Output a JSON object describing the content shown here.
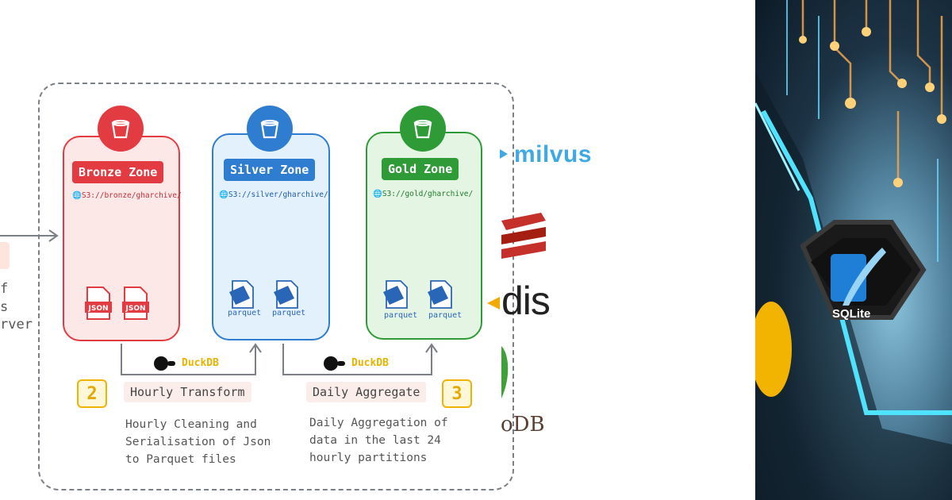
{
  "left_fragments": {
    "line1": "f",
    "line2": "s",
    "line3": "rver"
  },
  "zones": [
    {
      "label": "Bronze Zone",
      "path": "S3://bronze/gharchive/",
      "color": "#e23b42",
      "files": [
        "JSON",
        "JSON"
      ]
    },
    {
      "label": "Silver Zone",
      "path": "S3://silver/gharchive/",
      "color": "#2f7dd0",
      "files": [
        "parquet",
        "parquet"
      ]
    },
    {
      "label": "Gold Zone",
      "path": "S3://gold/gharchive/",
      "color": "#2e9b37",
      "files": [
        "parquet",
        "parquet"
      ]
    }
  ],
  "steps": [
    {
      "number": "2",
      "title": "Hourly Transform",
      "engine": "DuckDB",
      "description": "Hourly Cleaning and\nSerialisation of Json\nto Parquet files"
    },
    {
      "number": "3",
      "title": "Daily Aggregate",
      "engine": "DuckDB",
      "description": "Daily Aggregation of\ndata in the last 24\nhourly partitions"
    }
  ],
  "logos": {
    "milvus": "milvus",
    "redis": "dis",
    "mongodb": "oDB",
    "sqlite": "SQLite"
  },
  "icons": [
    "bucket-icon",
    "json-file-icon",
    "parquet-file-icon",
    "duckdb-icon",
    "milvus-icon",
    "redis-icon",
    "mongodb-leaf-icon",
    "sqlite-feather-icon"
  ]
}
